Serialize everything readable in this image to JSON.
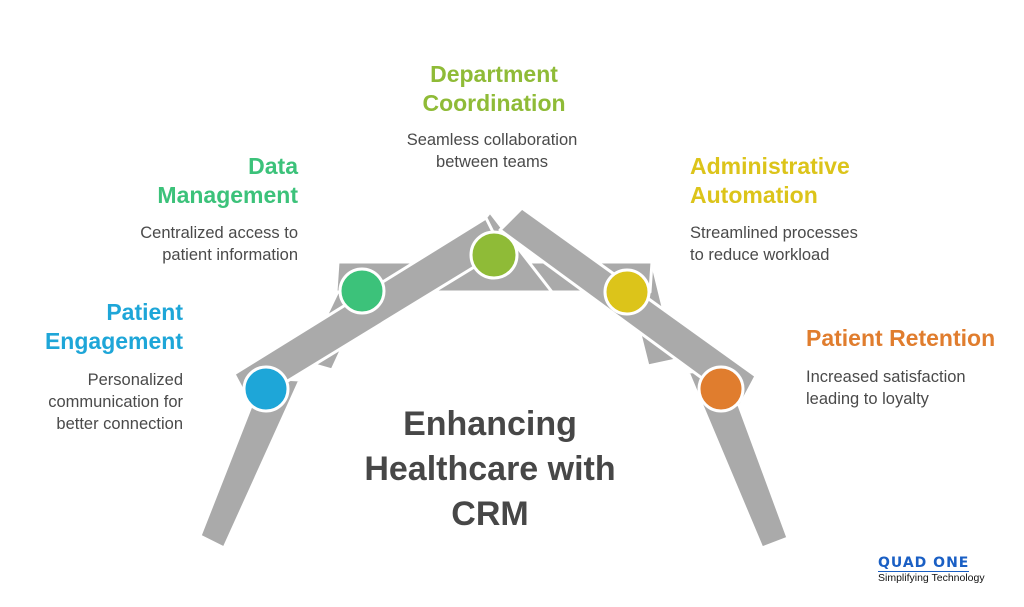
{
  "main_title": [
    "Enhancing",
    "Healthcare with",
    "CRM"
  ],
  "stages": [
    {
      "key": "patient-engagement",
      "title": [
        "Patient",
        "Engagement"
      ],
      "description": [
        "Personalized",
        "communication for",
        "better connection"
      ],
      "color": "#1ea6d8"
    },
    {
      "key": "data-management",
      "title": [
        "Data",
        "Management"
      ],
      "description": [
        "Centralized access to",
        "patient information"
      ],
      "color": "#3cc27a"
    },
    {
      "key": "department-coordination",
      "title": [
        "Department",
        "Coordination"
      ],
      "description": [
        "Seamless collaboration",
        "between teams"
      ],
      "color": "#8fbb37"
    },
    {
      "key": "administrative-automation",
      "title": [
        "Administrative",
        "Automation"
      ],
      "description": [
        "Streamlined processes",
        "to reduce workload"
      ],
      "color": "#dcc41a"
    },
    {
      "key": "patient-retention",
      "title": [
        "Patient Retention"
      ],
      "description": [
        "Increased satisfaction",
        "leading to loyalty"
      ],
      "color": "#e07d2e"
    }
  ],
  "logo": {
    "name": "QUAD ONE",
    "tagline": "Simplifying Technology"
  },
  "colors": {
    "frame": "#aaaaaa",
    "frame_edge": "#ffffff",
    "text": "#474747"
  }
}
